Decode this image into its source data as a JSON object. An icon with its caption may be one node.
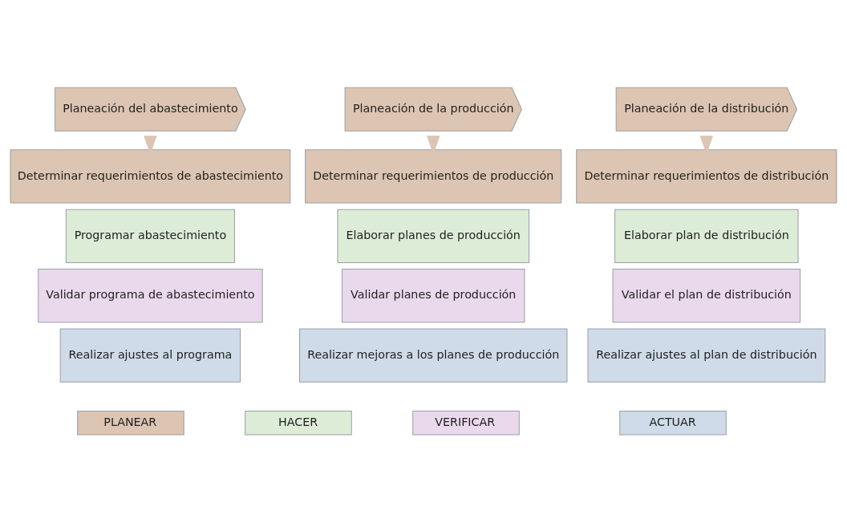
{
  "diagram": {
    "nodes": [
      {
        "text": [
          "Planeación del abastecimiento"
        ]
      },
      {
        "text": [
          "Determinar requerimientos de abastecimiento"
        ]
      },
      {
        "text": [
          "Programar abastecimiento"
        ]
      },
      {
        "text": [
          "Validar programa de abastecimiento"
        ]
      },
      {
        "text": [
          "Realizar ajustes al programa"
        ]
      },
      {
        "text": [
          "Planeación de la producción"
        ]
      },
      {
        "text": [
          "Determinar requerimientos de producción"
        ]
      },
      {
        "text": [
          "Elaborar planes de producción"
        ]
      },
      {
        "text": [
          "Validar planes de producción"
        ]
      },
      {
        "text": [
          "Realizar mejoras a los planes de producción"
        ]
      },
      {
        "text": [
          "Planeación de la distribución"
        ]
      },
      {
        "text": [
          "Determinar requerimientos de distribución"
        ]
      },
      {
        "text": [
          "Elaborar plan de distribución"
        ]
      },
      {
        "text": [
          "Validar el plan de distribución"
        ]
      },
      {
        "text": [
          "Realizar ajustes al plan de distribución"
        ]
      }
    ],
    "edges": [
      {
        "from": 0,
        "to": 1,
        "arrow": "to"
      },
      {
        "from": 5,
        "to": 6,
        "arrow": "to"
      },
      {
        "from": 10,
        "to": 11,
        "arrow": "to"
      }
    ],
    "legend": [
      {
        "text": "PLANEAR",
        "color": "#dcc5b2"
      },
      {
        "text": "HACER",
        "color": "#dcecd6"
      },
      {
        "text": "VERIFICAR",
        "color": "#ead9ec"
      },
      {
        "text": "ACTUAR",
        "color": "#cfdbe8"
      }
    ]
  }
}
